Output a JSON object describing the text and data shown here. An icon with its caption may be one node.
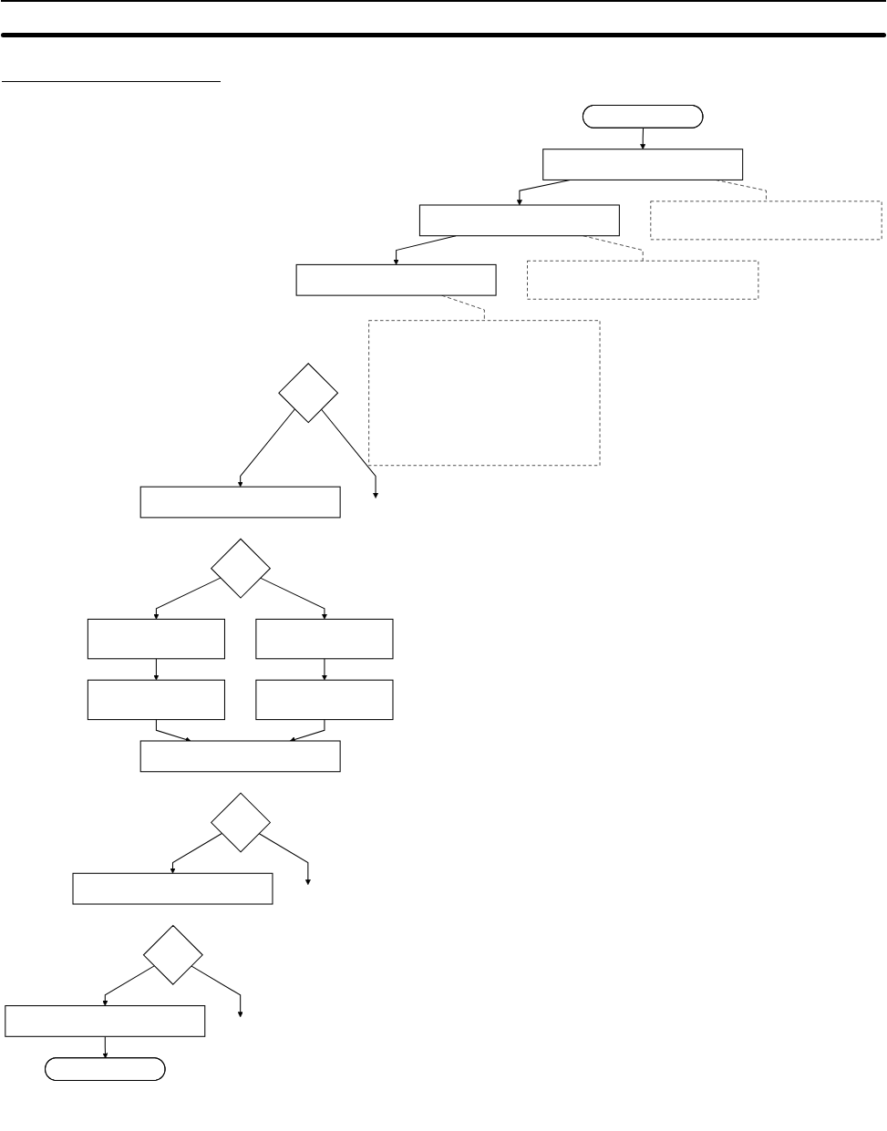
{
  "diagram": {
    "nodes": [
      {
        "text": [],
        "shape": "stadium"
      },
      {
        "text": [],
        "shape": "box"
      },
      {
        "text": [],
        "shape": "box"
      },
      {
        "text": [],
        "shape": "box"
      },
      {
        "text": [],
        "shape": "diamond"
      },
      {
        "text": [],
        "shape": "box"
      },
      {
        "text": [],
        "shape": "diamond"
      },
      {
        "text": [],
        "shape": "box"
      },
      {
        "text": [],
        "shape": "box"
      },
      {
        "text": [],
        "shape": "box"
      },
      {
        "text": [],
        "shape": "box"
      },
      {
        "text": [],
        "shape": "box"
      },
      {
        "text": [],
        "shape": "diamond"
      },
      {
        "text": [],
        "shape": "box"
      },
      {
        "text": [],
        "shape": "diamond"
      },
      {
        "text": [],
        "shape": "box"
      },
      {
        "text": [],
        "shape": "stadium"
      },
      {
        "text": [],
        "shape": "box"
      },
      {
        "text": [],
        "shape": "box"
      },
      {
        "text": [],
        "shape": "box"
      }
    ],
    "edges": [
      {
        "from": 0,
        "to": 1,
        "arrow": "to"
      },
      {
        "from": 1,
        "to": 2,
        "arrow": "to"
      },
      {
        "from": 1,
        "to": 17,
        "arrow": "none",
        "style": "dashed"
      },
      {
        "from": 2,
        "to": 3,
        "arrow": "to"
      },
      {
        "from": 2,
        "to": 18,
        "arrow": "none",
        "style": "dashed"
      },
      {
        "from": 3,
        "to": 19,
        "arrow": "none",
        "style": "dashed"
      },
      {
        "from": 4,
        "to": null,
        "arrow": "to"
      },
      {
        "from": 4,
        "to": 5,
        "arrow": "to"
      },
      {
        "from": 6,
        "to": 7,
        "arrow": "to"
      },
      {
        "from": 6,
        "to": 8,
        "arrow": "to"
      },
      {
        "from": 7,
        "to": 9,
        "arrow": "to"
      },
      {
        "from": 8,
        "to": 10,
        "arrow": "to"
      },
      {
        "from": 9,
        "to": 11,
        "arrow": "to"
      },
      {
        "from": 10,
        "to": 11,
        "arrow": "to"
      },
      {
        "from": 12,
        "to": null,
        "arrow": "to"
      },
      {
        "from": 12,
        "to": 13,
        "arrow": "to"
      },
      {
        "from": 14,
        "to": null,
        "arrow": "to"
      },
      {
        "from": 14,
        "to": 15,
        "arrow": "to"
      },
      {
        "from": 15,
        "to": 16,
        "arrow": "to"
      }
    ]
  }
}
